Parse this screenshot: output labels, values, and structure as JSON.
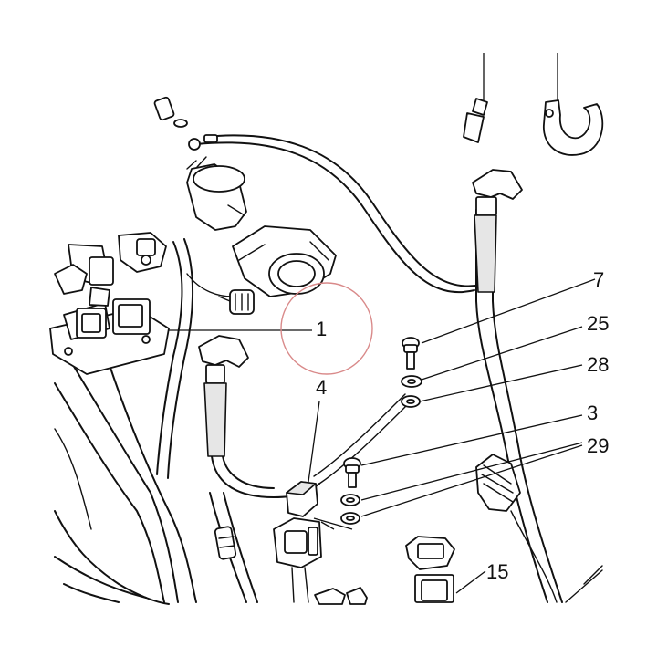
{
  "callouts": {
    "c1": "1",
    "c4": "4",
    "c7": "7",
    "c25": "25",
    "c28": "28",
    "c3": "3",
    "c29": "29",
    "c15": "15"
  },
  "colors": {
    "line": "#111111",
    "highlight_circle": "#d98a8a",
    "background": "#ffffff"
  }
}
